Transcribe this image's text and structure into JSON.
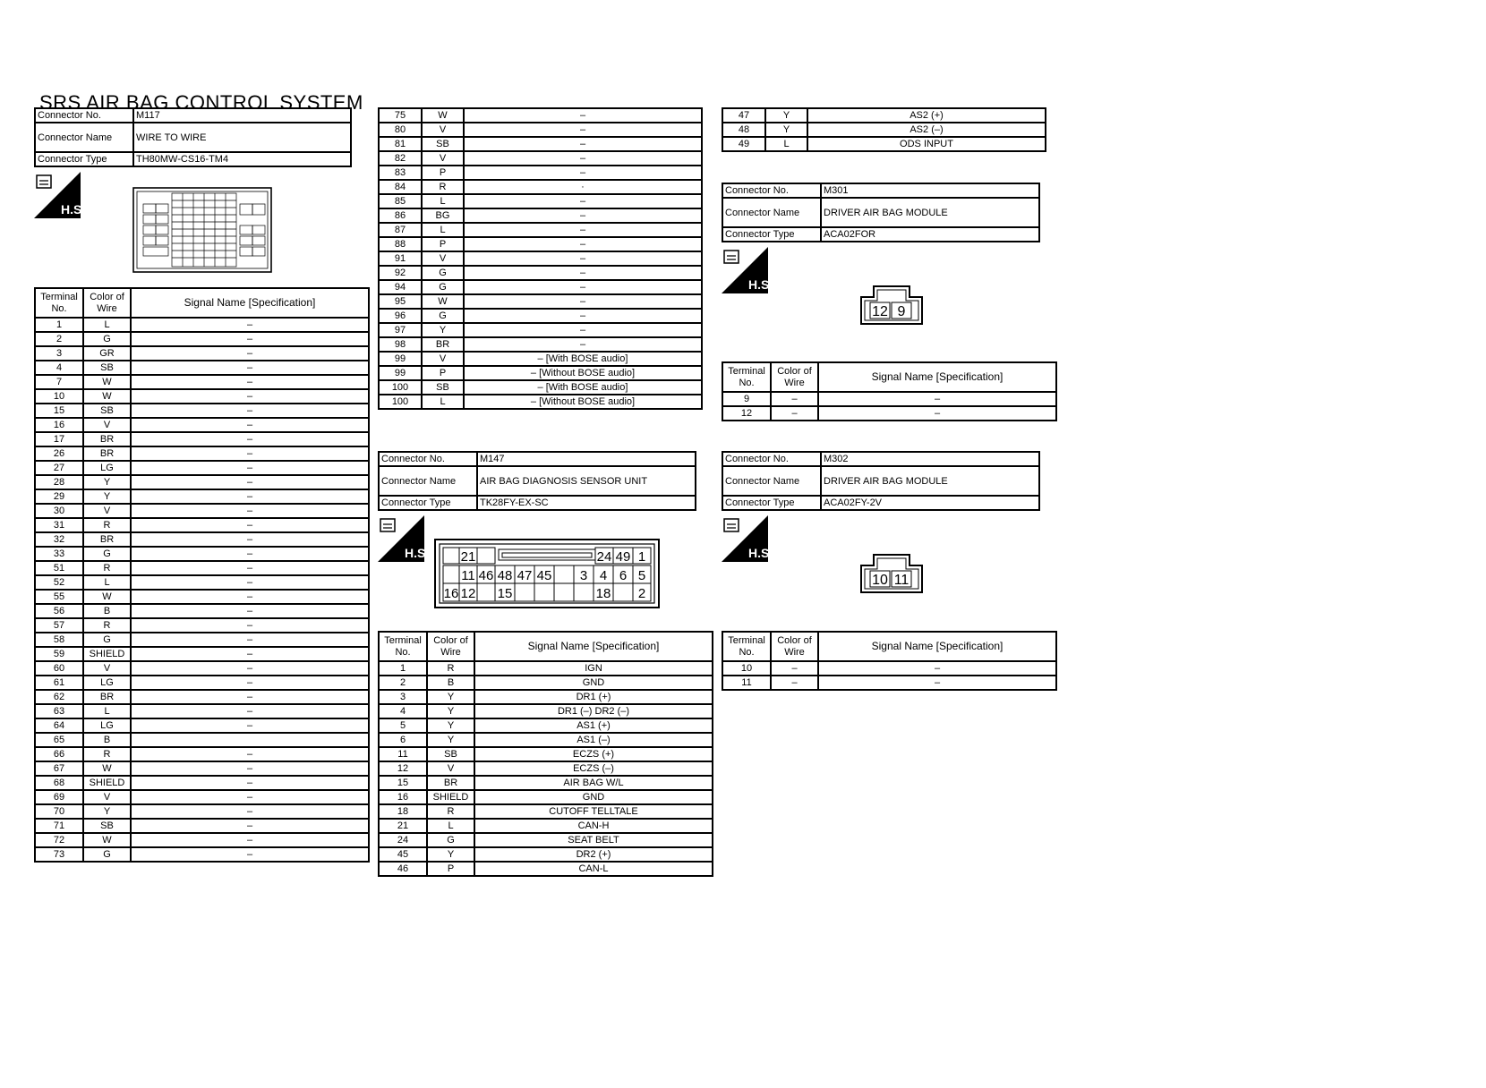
{
  "page_title": "SRS AIR BAG CONTROL SYSTEM",
  "labels": {
    "connector_no": "Connector No.",
    "connector_name": "Connector Name",
    "connector_type": "Connector Type",
    "hs_badge": "H.S.",
    "terminal_no": "Terminal No.",
    "color_of_wire": "Color of Wire",
    "signal_name": "Signal Name [Specification]"
  },
  "m117": {
    "no": "M117",
    "name": "WIRE TO WIRE",
    "type": "TH80MW-CS16-TM4",
    "rows": [
      [
        "1",
        "L",
        "–"
      ],
      [
        "2",
        "G",
        "–"
      ],
      [
        "3",
        "GR",
        "–"
      ],
      [
        "4",
        "SB",
        "–"
      ],
      [
        "7",
        "W",
        "–"
      ],
      [
        "10",
        "W",
        "–"
      ],
      [
        "15",
        "SB",
        "–"
      ],
      [
        "16",
        "V",
        "–"
      ],
      [
        "17",
        "BR",
        "–"
      ],
      [
        "26",
        "BR",
        "–"
      ],
      [
        "27",
        "LG",
        "–"
      ],
      [
        "28",
        "Y",
        "–"
      ],
      [
        "29",
        "Y",
        "–"
      ],
      [
        "30",
        "V",
        "–"
      ],
      [
        "31",
        "R",
        "–"
      ],
      [
        "32",
        "BR",
        "–"
      ],
      [
        "33",
        "G",
        "–"
      ],
      [
        "51",
        "R",
        "–"
      ],
      [
        "52",
        "L",
        "–"
      ],
      [
        "55",
        "W",
        "–"
      ],
      [
        "56",
        "B",
        "–"
      ],
      [
        "57",
        "R",
        "–"
      ],
      [
        "58",
        "G",
        "–"
      ],
      [
        "59",
        "SHIELD",
        "–"
      ],
      [
        "60",
        "V",
        "–"
      ],
      [
        "61",
        "LG",
        "–"
      ],
      [
        "62",
        "BR",
        "–"
      ],
      [
        "63",
        "L",
        "–"
      ],
      [
        "64",
        "LG",
        "–"
      ],
      [
        "65",
        "B",
        ""
      ],
      [
        "66",
        "R",
        "–"
      ],
      [
        "67",
        "W",
        "–"
      ],
      [
        "68",
        "SHIELD",
        "–"
      ],
      [
        "69",
        "V",
        "–"
      ],
      [
        "70",
        "Y",
        "–"
      ],
      [
        "71",
        "SB",
        "–"
      ],
      [
        "72",
        "W",
        "–"
      ],
      [
        "73",
        "G",
        "–"
      ]
    ],
    "rows_cont": [
      [
        "75",
        "W",
        "–"
      ],
      [
        "80",
        "V",
        "–"
      ],
      [
        "81",
        "SB",
        "–"
      ],
      [
        "82",
        "V",
        "–"
      ],
      [
        "83",
        "P",
        "–"
      ],
      [
        "84",
        "R",
        "·"
      ],
      [
        "85",
        "L",
        "–"
      ],
      [
        "86",
        "BG",
        "–"
      ],
      [
        "87",
        "L",
        "–"
      ],
      [
        "88",
        "P",
        "–"
      ],
      [
        "91",
        "V",
        "–"
      ],
      [
        "92",
        "G",
        "–"
      ],
      [
        "94",
        "G",
        "–"
      ],
      [
        "95",
        "W",
        "–"
      ],
      [
        "96",
        "G",
        "–"
      ],
      [
        "97",
        "Y",
        "–"
      ],
      [
        "98",
        "BR",
        "–"
      ],
      [
        "99",
        "V",
        "– [With BOSE audio]"
      ],
      [
        "99",
        "P",
        "– [Without BOSE audio]"
      ],
      [
        "100",
        "SB",
        "– [With BOSE audio]"
      ],
      [
        "100",
        "L",
        "– [Without BOSE audio]"
      ]
    ]
  },
  "m147": {
    "no": "M147",
    "name": "AIR BAG DIAGNOSIS SENSOR UNIT",
    "type": "TK28FY-EX-SC",
    "pins_top": [
      "21",
      "24",
      "49",
      "1"
    ],
    "pins_mid": [
      "11",
      "46",
      "48",
      "47",
      "45",
      "3",
      "4",
      "6",
      "5"
    ],
    "pins_bot": [
      "16",
      "12",
      "15",
      "18",
      "2"
    ],
    "rows": [
      [
        "1",
        "R",
        "IGN"
      ],
      [
        "2",
        "B",
        "GND"
      ],
      [
        "3",
        "Y",
        "DR1 (+)"
      ],
      [
        "4",
        "Y",
        "DR1 (–) DR2 (–)"
      ],
      [
        "5",
        "Y",
        "AS1 (+)"
      ],
      [
        "6",
        "Y",
        "AS1 (–)"
      ],
      [
        "11",
        "SB",
        "ECZS (+)"
      ],
      [
        "12",
        "V",
        "ECZS (–)"
      ],
      [
        "15",
        "BR",
        "AIR BAG W/L"
      ],
      [
        "16",
        "SHIELD",
        "GND"
      ],
      [
        "18",
        "R",
        "CUTOFF TELLTALE"
      ],
      [
        "21",
        "L",
        "CAN-H"
      ],
      [
        "24",
        "G",
        "SEAT BELT"
      ],
      [
        "45",
        "Y",
        "DR2 (+)"
      ],
      [
        "46",
        "P",
        "CAN-L"
      ]
    ],
    "rows_cont": [
      [
        "47",
        "Y",
        "AS2 (+)"
      ],
      [
        "48",
        "Y",
        "AS2 (–)"
      ],
      [
        "49",
        "L",
        "ODS INPUT"
      ]
    ]
  },
  "m301": {
    "no": "M301",
    "name": "DRIVER AIR BAG MODULE",
    "type": "ACA02FOR",
    "pins": [
      "12",
      "9"
    ],
    "rows": [
      [
        "9",
        "–",
        "–"
      ],
      [
        "12",
        "–",
        "–"
      ]
    ]
  },
  "m302": {
    "no": "M302",
    "name": "DRIVER AIR BAG MODULE",
    "type": "ACA02FY-2V",
    "pins": [
      "10",
      "11"
    ],
    "rows": [
      [
        "10",
        "–",
        "–"
      ],
      [
        "11",
        "–",
        "–"
      ]
    ]
  }
}
